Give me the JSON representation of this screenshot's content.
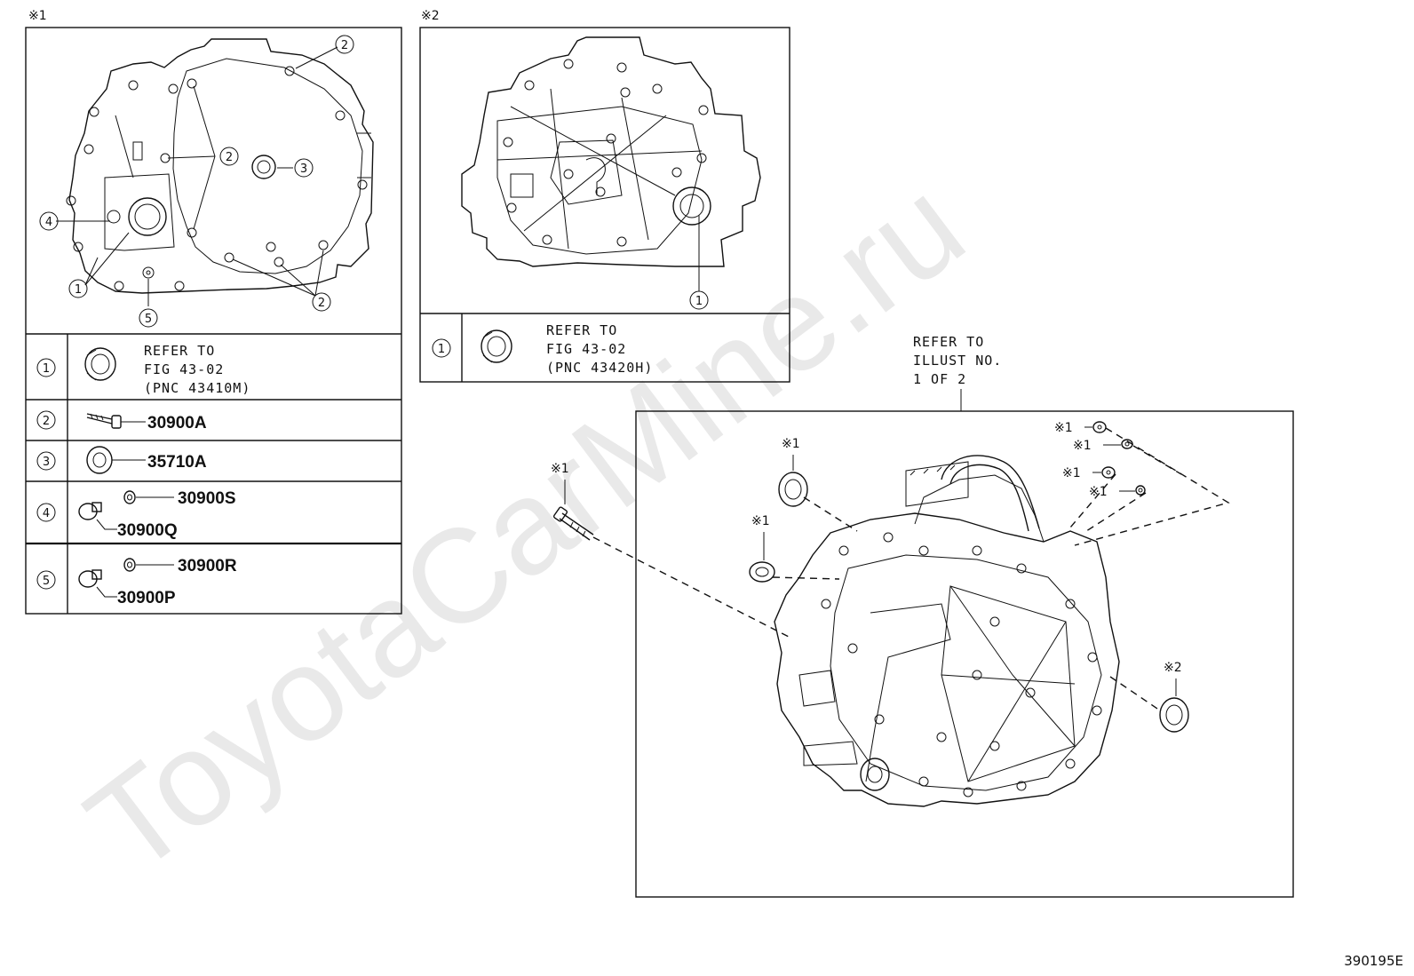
{
  "watermark": "ToyotaCarMine.ru",
  "figure_code": "390195E",
  "panel1": {
    "tag": "※1",
    "callouts": [
      "1",
      "2",
      "3",
      "4",
      "5"
    ],
    "rows": [
      {
        "num": "1",
        "text_lines": [
          "REFER TO",
          "FIG 43-02",
          "(PNC 43410M)"
        ]
      },
      {
        "num": "2",
        "part": "30900A"
      },
      {
        "num": "3",
        "part": "35710A"
      },
      {
        "num": "4",
        "part_a": "30900S",
        "part_b": "30900Q"
      },
      {
        "num": "5",
        "part_a": "30900R",
        "part_b": "30900P"
      }
    ]
  },
  "panel2": {
    "tag": "※2",
    "callout": "1",
    "row": {
      "num": "1",
      "text_lines": [
        "REFER TO",
        "FIG 43-02",
        "(PNC 43420H)"
      ]
    }
  },
  "main": {
    "refer_lines": [
      "REFER TO",
      "ILLUST NO.",
      "1 OF 2"
    ],
    "tags": [
      "※1",
      "※1",
      "※1",
      "※1",
      "※1",
      "※1",
      "※1",
      "※2"
    ]
  }
}
